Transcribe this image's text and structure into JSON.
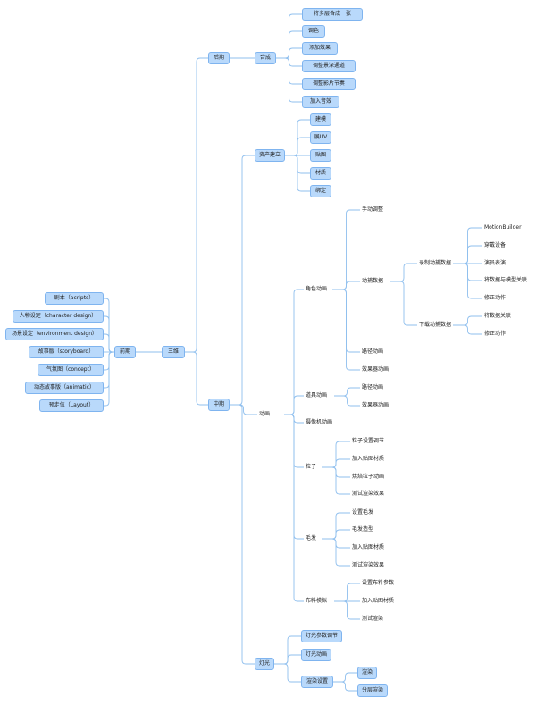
{
  "root": {
    "label": "三维",
    "children": [
      {
        "label": "前期",
        "children": [
          {
            "label": "剧本（acripts）"
          },
          {
            "label": "人物设定（character design）"
          },
          {
            "label": "场景设定（environment design）"
          },
          {
            "label": "故事版（storyboard）"
          },
          {
            "label": "气氛图（concept）"
          },
          {
            "label": "动态故事版（animatic）"
          },
          {
            "label": "预走位（Layout）"
          }
        ]
      },
      {
        "label": "后期",
        "children": [
          {
            "label": "合成",
            "children": [
              {
                "label": "将多层合成一张"
              },
              {
                "label": "调色"
              },
              {
                "label": "添加效果"
              },
              {
                "label": "调整景深通道"
              },
              {
                "label": "调整影片节奏"
              },
              {
                "label": "加入音效"
              }
            ]
          }
        ]
      },
      {
        "label": "中期",
        "children": [
          {
            "label": "资产建立",
            "children": [
              {
                "label": "建模"
              },
              {
                "label": "展UV"
              },
              {
                "label": "贴图"
              },
              {
                "label": "材质"
              },
              {
                "label": "绑定"
              }
            ]
          },
          {
            "label": "动画",
            "children": [
              {
                "label": "角色动画",
                "children": [
                  {
                    "label": "手动调整"
                  },
                  {
                    "label": "动捕数据",
                    "children": [
                      {
                        "label": "录制动捕数据",
                        "children": [
                          {
                            "label": "MotionBuilder"
                          },
                          {
                            "label": "穿戴设备"
                          },
                          {
                            "label": "演员表演"
                          },
                          {
                            "label": "将数据与模型关联"
                          },
                          {
                            "label": "修正动作"
                          }
                        ]
                      },
                      {
                        "label": "下载动捕数据",
                        "children": [
                          {
                            "label": "将数据关联"
                          },
                          {
                            "label": "修正动作"
                          }
                        ]
                      }
                    ]
                  },
                  {
                    "label": "路径动画"
                  },
                  {
                    "label": "效果器动画"
                  }
                ]
              },
              {
                "label": "道具动画",
                "children": [
                  {
                    "label": "路径动画"
                  },
                  {
                    "label": "效果器动画"
                  }
                ]
              },
              {
                "label": "摄像机动画"
              },
              {
                "label": "粒子",
                "children": [
                  {
                    "label": "粒子设置调节"
                  },
                  {
                    "label": "加入贴图材质"
                  },
                  {
                    "label": "烘焙粒子动画"
                  },
                  {
                    "label": "测试渲染效果"
                  }
                ]
              },
              {
                "label": "毛发",
                "children": [
                  {
                    "label": "设置毛发"
                  },
                  {
                    "label": "毛发造型"
                  },
                  {
                    "label": "加入贴图材质"
                  },
                  {
                    "label": "测试渲染效果"
                  }
                ]
              },
              {
                "label": "布料模拟",
                "children": [
                  {
                    "label": "设置布料参数"
                  },
                  {
                    "label": "加入贴图材质"
                  },
                  {
                    "label": "测试渲染"
                  }
                ]
              }
            ]
          },
          {
            "label": "灯光",
            "children": [
              {
                "label": "灯光参数调节"
              },
              {
                "label": "灯光动画"
              },
              {
                "label": "渲染设置",
                "children": [
                  {
                    "label": "渲染"
                  },
                  {
                    "label": "分层渲染"
                  }
                ]
              }
            ]
          }
        ]
      }
    ]
  }
}
